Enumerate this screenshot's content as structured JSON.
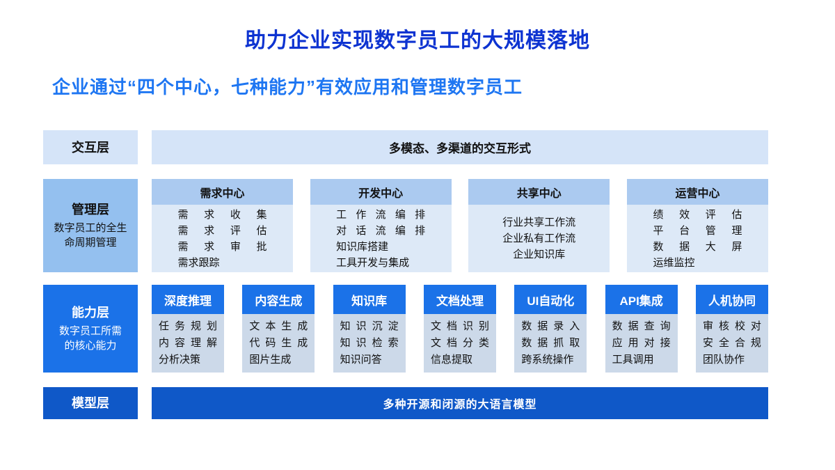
{
  "page": {
    "title": "助力企业实现数字员工的大规模落地",
    "subtitle": "企业通过“四个中心，七种能力”有效应用和管理数字员工"
  },
  "colors": {
    "title_blue": "#0d33d1",
    "subtitle_blue": "#1e76f2",
    "light_blue": "#d5e4f8",
    "management_label_blue": "#94c0ef",
    "center_header_blue": "#abcaf0",
    "center_body_blue": "#dde9f7",
    "capability_blue": "#1b72e8",
    "capability_body_gray": "#ccd9e9",
    "model_blue": "#0f58c8"
  },
  "layers": {
    "interaction": {
      "label": "交互层",
      "content": "多模态、多渠道的交互形式"
    },
    "management": {
      "label": "管理层",
      "caption_line1": "数字员工的全生",
      "caption_line2": "命周期管理",
      "centers": [
        {
          "title": "需求中心",
          "lines": [
            {
              "t": "需求收集",
              "s": true
            },
            {
              "t": "需求评估",
              "s": true
            },
            {
              "t": "需求审批",
              "s": true
            },
            {
              "t": "需求跟踪",
              "s": false
            }
          ]
        },
        {
          "title": "开发中心",
          "lines": [
            {
              "t": "工作流编排",
              "s": true
            },
            {
              "t": "对话流编排",
              "s": true
            },
            {
              "t": "知识库搭建",
              "s": false
            },
            {
              "t": "工具开发与集成",
              "s": false
            }
          ]
        },
        {
          "title": "共享中心",
          "lines": [
            {
              "t": "行业共享工作流",
              "s": false
            },
            {
              "t": "企业私有工作流",
              "s": false
            },
            {
              "t": "企业知识库",
              "s": false
            }
          ]
        },
        {
          "title": "运营中心",
          "lines": [
            {
              "t": "绩效评估",
              "s": true
            },
            {
              "t": "平台管理",
              "s": true
            },
            {
              "t": "数据大屏",
              "s": true
            },
            {
              "t": "运维监控",
              "s": false
            }
          ]
        }
      ]
    },
    "capability": {
      "label": "能力层",
      "caption_line1": "数字员工所需",
      "caption_line2": "的核心能力",
      "cards": [
        {
          "title": "深度推理",
          "lines": [
            {
              "t": "任务规划",
              "s": true
            },
            {
              "t": "内容理解",
              "s": true
            },
            {
              "t": "分析决策",
              "s": false
            }
          ]
        },
        {
          "title": "内容生成",
          "lines": [
            {
              "t": "文本生成",
              "s": true
            },
            {
              "t": "代码生成",
              "s": true
            },
            {
              "t": "图片生成",
              "s": false
            }
          ]
        },
        {
          "title": "知识库",
          "lines": [
            {
              "t": "知识沉淀",
              "s": true
            },
            {
              "t": "知识检索",
              "s": true
            },
            {
              "t": "知识问答",
              "s": false
            }
          ]
        },
        {
          "title": "文档处理",
          "lines": [
            {
              "t": "文档识别",
              "s": true
            },
            {
              "t": "文档分类",
              "s": true
            },
            {
              "t": "信息提取",
              "s": false
            }
          ]
        },
        {
          "title": "UI自动化",
          "lines": [
            {
              "t": "数据录入",
              "s": true
            },
            {
              "t": "数据抓取",
              "s": true
            },
            {
              "t": "跨系统操作",
              "s": false
            }
          ]
        },
        {
          "title": "API集成",
          "lines": [
            {
              "t": "数据查询",
              "s": true
            },
            {
              "t": "应用对接",
              "s": true
            },
            {
              "t": "工具调用",
              "s": false
            }
          ]
        },
        {
          "title": "人机协同",
          "lines": [
            {
              "t": "审核校对",
              "s": true
            },
            {
              "t": "安全合规",
              "s": true
            },
            {
              "t": "团队协作",
              "s": false
            }
          ]
        }
      ]
    },
    "model": {
      "label": "模型层",
      "content": "多种开源和闭源的大语言模型"
    }
  }
}
